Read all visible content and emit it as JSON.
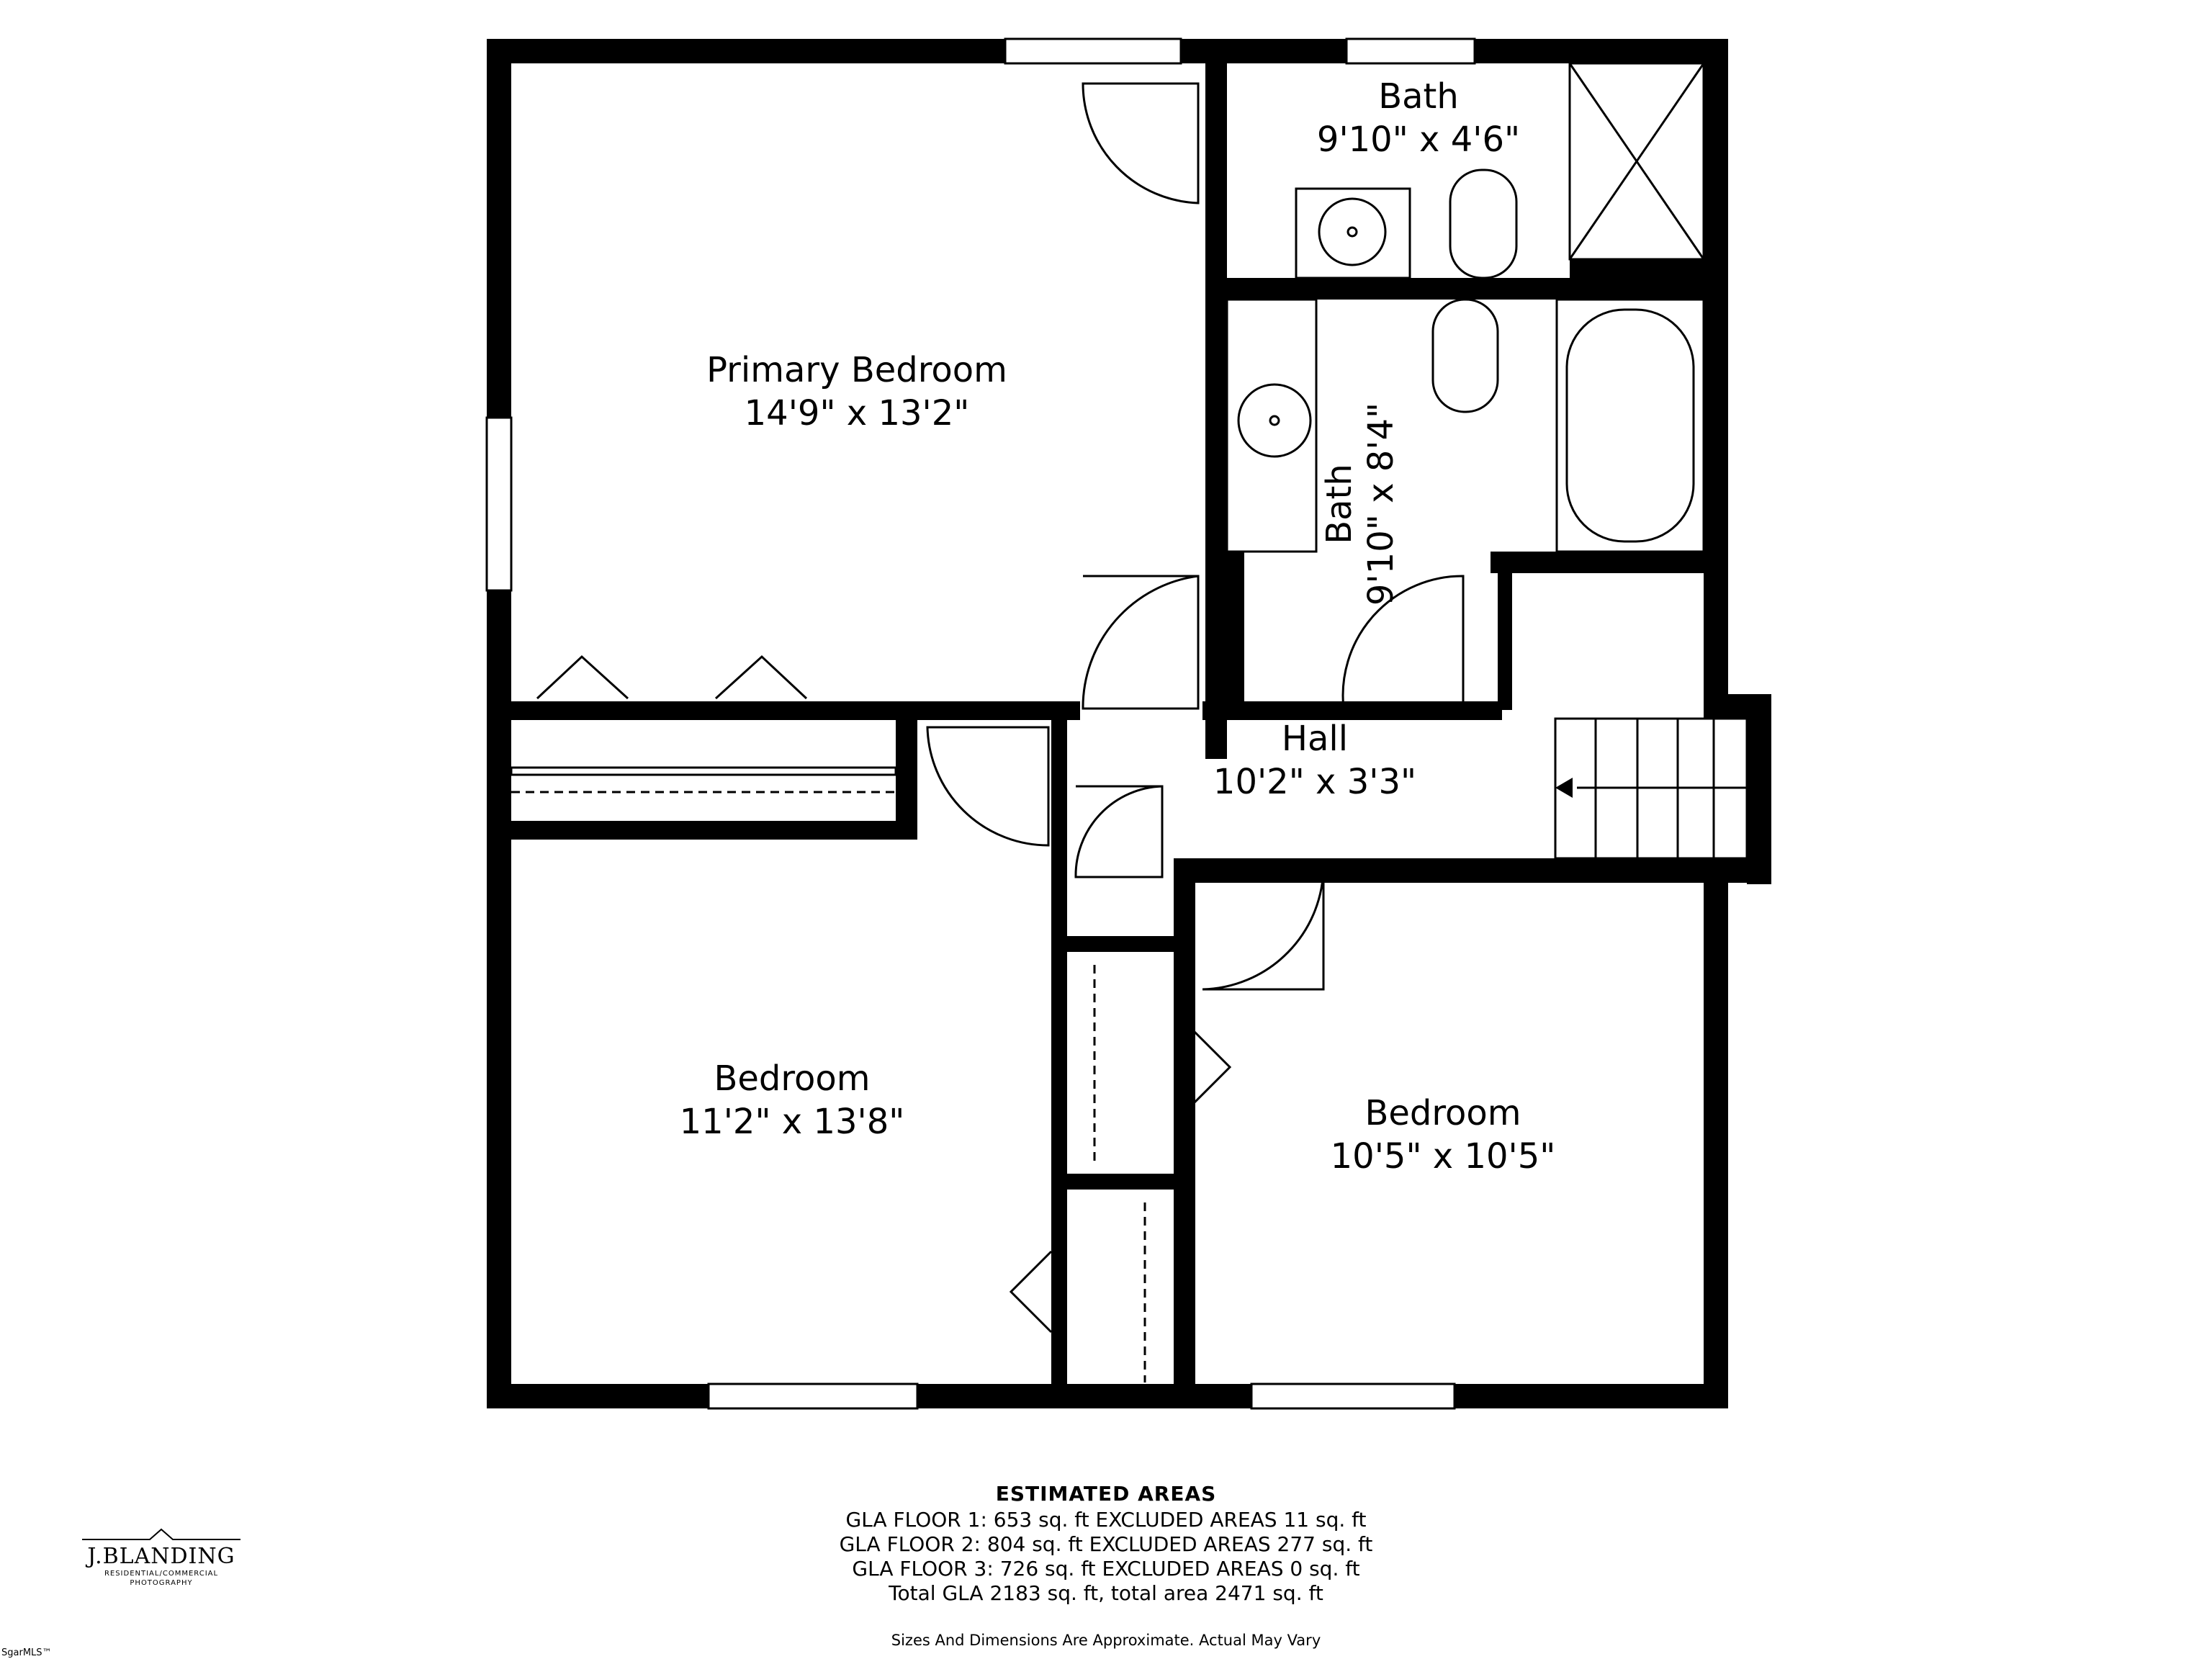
{
  "rooms": {
    "primary_bedroom": {
      "name": "Primary Bedroom",
      "size": "14'9\" x 13'2\""
    },
    "bath_upper": {
      "name": "Bath",
      "size": "9'10\" x 4'6\""
    },
    "bath_main": {
      "name": "Bath",
      "size": "9'10\" x 8'4\""
    },
    "hall": {
      "name": "Hall",
      "size": "10'2\" x 3'3\""
    },
    "bedroom_left": {
      "name": "Bedroom",
      "size": "11'2\" x 13'8\""
    },
    "bedroom_right": {
      "name": "Bedroom",
      "size": "10'5\" x 10'5\""
    }
  },
  "areas": {
    "title": "ESTIMATED AREAS",
    "lines": [
      "GLA FLOOR 1: 653 sq. ft EXCLUDED AREAS 11 sq. ft",
      "GLA FLOOR 2: 804 sq. ft EXCLUDED AREAS 277 sq. ft",
      "GLA FLOOR 3: 726 sq. ft EXCLUDED AREAS 0 sq. ft",
      "Total GLA 2183 sq. ft, total area 2471 sq. ft"
    ],
    "note": "Sizes And Dimensions Are Approximate. Actual May Vary"
  },
  "logo": {
    "name": "J.BLANDING",
    "line1": "RESIDENTIAL/COMMERCIAL",
    "line2": "PHOTOGRAPHY"
  },
  "watermark": "SgarMLS™",
  "colors": {
    "wall": "#000000",
    "background": "#ffffff"
  }
}
